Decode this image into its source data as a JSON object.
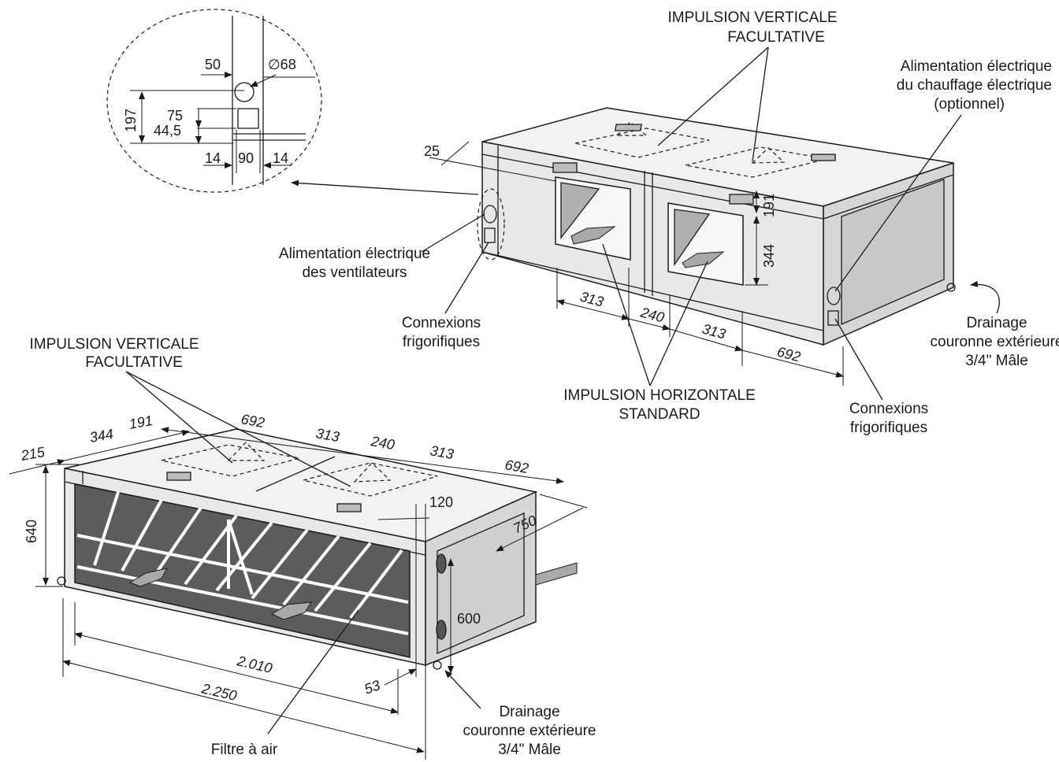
{
  "labels": {
    "impulsion_verticale_top": [
      "IMPULSION VERTICALE",
      "FACULTATIVE"
    ],
    "impulsion_verticale_left": [
      "IMPULSION VERTICALE",
      "FACULTATIVE"
    ],
    "alim_chauffage": [
      "Alimentation électrique",
      "du chauffage électrique",
      "(optionnel)"
    ],
    "alim_ventilateurs": [
      "Alimentation électrique",
      "des ventilateurs"
    ],
    "connexions_top": [
      "Connexions",
      "frigorifiques"
    ],
    "connexions_right": [
      "Connexions",
      "frigorifiques"
    ],
    "drainage_top": [
      "Drainage",
      "couronne extérieure",
      "3/4\" Mâle"
    ],
    "drainage_bottom": [
      "Drainage",
      "couronne extérieure",
      "3/4\" Mâle"
    ],
    "impulsion_horizontale": [
      "IMPULSION HORIZONTALE",
      "STANDARD"
    ],
    "filtre": "Filtre à air"
  },
  "detail_dims": {
    "d50": "50",
    "diam": "∅68",
    "d197": "197",
    "d75": "75",
    "d445": "44,5",
    "d14a": "14",
    "d90": "90",
    "d14b": "14"
  },
  "top_unit_dims": {
    "d25": "25",
    "d191": "191",
    "d344": "344",
    "d313a": "313",
    "d240": "240",
    "d313b": "313",
    "d692": "692"
  },
  "bottom_unit_dims": {
    "d215": "215",
    "d344": "344",
    "d191": "191",
    "d692a": "692",
    "d313a": "313",
    "d240": "240",
    "d313b": "313",
    "d692b": "692",
    "d120": "120",
    "d750": "750",
    "d640": "640",
    "d600": "600",
    "d2010": "2.010",
    "d2250": "2.250",
    "d53": "53"
  }
}
